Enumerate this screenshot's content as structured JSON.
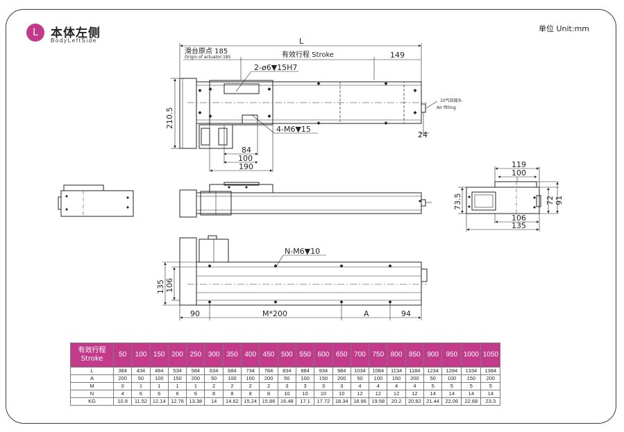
{
  "header": {
    "badge": "L",
    "title_cn": "本体左侧",
    "title_en": "BodyLeftSide",
    "unit": "单位 Unit:mm"
  },
  "top_view": {
    "dim_L": "L",
    "origin_label": "滑台原点 185",
    "origin_sub": "Origin of actuator:185",
    "stroke_label": "有效行程 Stroke",
    "dim_149": "149",
    "hole_note_top": "2-ø6▼15H7",
    "hole_note_mid": "4-M6▼15",
    "dim_2105": "210.5",
    "dim_84": "84",
    "dim_100": "100",
    "dim_190": "190",
    "dim_24": "24",
    "air_cn": "10气压接头",
    "air_en": "Air fitting"
  },
  "end_view": {
    "dim_119": "119",
    "dim_100": "100",
    "dim_106": "106",
    "dim_135": "135",
    "dim_735": "73.5",
    "dim_72": "72",
    "dim_91": "91"
  },
  "bottom_view": {
    "hole_note": "N-M6▼10",
    "dim_135": "135",
    "dim_106": "106",
    "dim_90": "90",
    "dim_M200": "M*200",
    "dim_A": "A",
    "dim_94": "94"
  },
  "spec_table": {
    "corner_cn": "有效行程",
    "corner_en": "Stroke",
    "strokes": [
      "50",
      "100",
      "150",
      "200",
      "250",
      "300",
      "350",
      "400",
      "450",
      "500",
      "550",
      "600",
      "650",
      "700",
      "750",
      "800",
      "850",
      "900",
      "950",
      "1000",
      "1050"
    ],
    "rows": [
      {
        "label": "L",
        "values": [
          "384",
          "434",
          "484",
          "534",
          "584",
          "634",
          "684",
          "734",
          "784",
          "834",
          "884",
          "934",
          "984",
          "1034",
          "1084",
          "1134",
          "1184",
          "1234",
          "1284",
          "1334",
          "1384"
        ]
      },
      {
        "label": "A",
        "values": [
          "200",
          "50",
          "100",
          "150",
          "200",
          "50",
          "100",
          "150",
          "200",
          "50",
          "100",
          "150",
          "200",
          "50",
          "100",
          "150",
          "200",
          "50",
          "100",
          "150",
          "200"
        ]
      },
      {
        "label": "M",
        "values": [
          "0",
          "1",
          "1",
          "1",
          "1",
          "2",
          "2",
          "2",
          "2",
          "3",
          "3",
          "3",
          "3",
          "4",
          "4",
          "4",
          "4",
          "5",
          "5",
          "5",
          "5"
        ]
      },
      {
        "label": "N",
        "values": [
          "4",
          "6",
          "6",
          "6",
          "6",
          "8",
          "8",
          "8",
          "8",
          "10",
          "10",
          "10",
          "10",
          "12",
          "12",
          "12",
          "12",
          "14",
          "14",
          "14",
          "14"
        ]
      },
      {
        "label": "KG",
        "values": [
          "10.9",
          "11.52",
          "12.14",
          "12.76",
          "13.38",
          "14",
          "14.62",
          "15.24",
          "15.86",
          "16.48",
          "17.1",
          "17.72",
          "18.34",
          "18.96",
          "19.58",
          "20.2",
          "20.82",
          "21.44",
          "22.06",
          "22.68",
          "23.3"
        ]
      }
    ]
  },
  "colors": {
    "accent": "#c33a8a",
    "line": "#222222"
  }
}
